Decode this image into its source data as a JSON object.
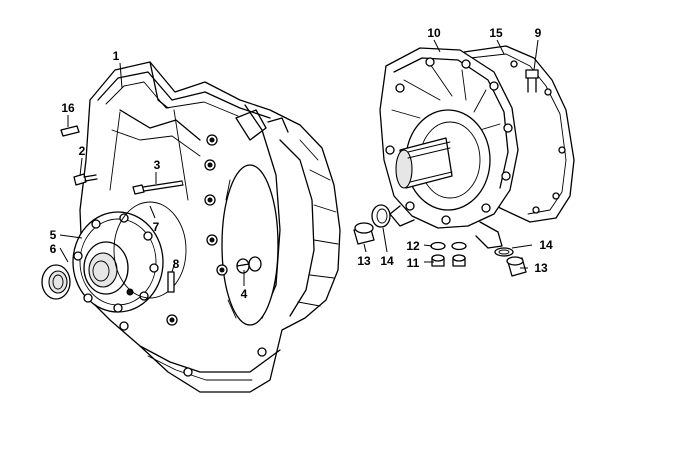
{
  "diagram": {
    "callouts": [
      {
        "id": "c1",
        "text": "1"
      },
      {
        "id": "c2",
        "text": "2"
      },
      {
        "id": "c3",
        "text": "3"
      },
      {
        "id": "c4",
        "text": "4"
      },
      {
        "id": "c5",
        "text": "5"
      },
      {
        "id": "c6",
        "text": "6"
      },
      {
        "id": "c7",
        "text": "7"
      },
      {
        "id": "c8",
        "text": "8"
      },
      {
        "id": "c9",
        "text": "9"
      },
      {
        "id": "c10",
        "text": "10"
      },
      {
        "id": "c11",
        "text": "11"
      },
      {
        "id": "c12",
        "text": "12"
      },
      {
        "id": "c13a",
        "text": "13"
      },
      {
        "id": "c13b",
        "text": "13"
      },
      {
        "id": "c14a",
        "text": "14"
      },
      {
        "id": "c14b",
        "text": "14"
      },
      {
        "id": "c15",
        "text": "15"
      },
      {
        "id": "c16",
        "text": "16"
      }
    ]
  }
}
